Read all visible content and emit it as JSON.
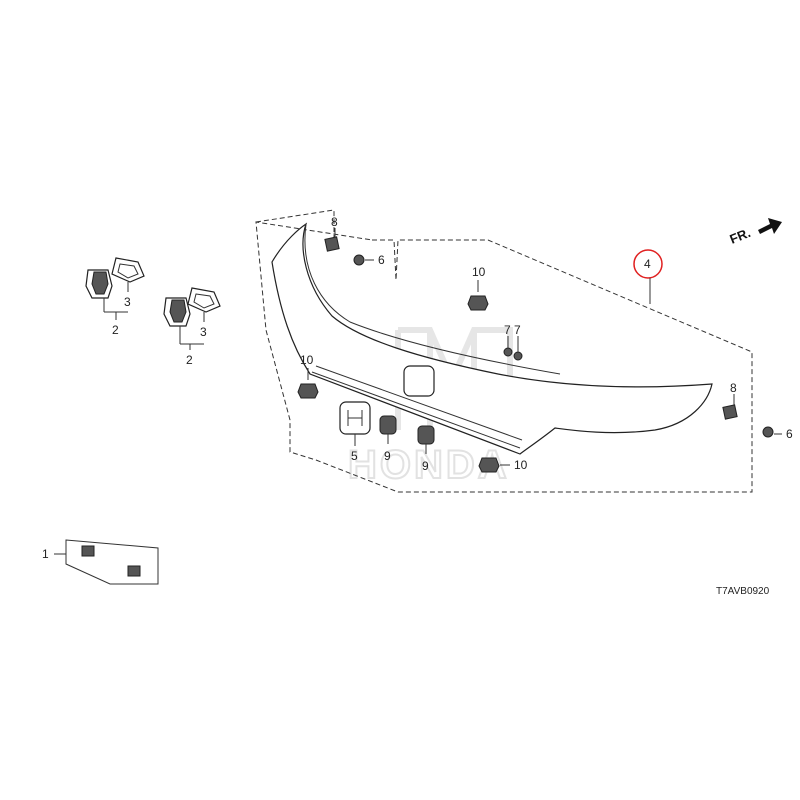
{
  "diagram": {
    "direction_label": "FR.",
    "diagram_code": "T7AVB0920",
    "watermark_text": "HONDA",
    "highlight_color": "#e02020",
    "callouts": {
      "c1": "1",
      "c2a": "2",
      "c2b": "2",
      "c3a": "3",
      "c3b": "3",
      "c4": "4",
      "c5": "5",
      "c6a": "6",
      "c6b": "6",
      "c7a": "7",
      "c7b": "7",
      "c8a": "8",
      "c8b": "8",
      "c9a": "9",
      "c9b": "9",
      "c10a": "10",
      "c10b": "10",
      "c10c": "10"
    }
  }
}
